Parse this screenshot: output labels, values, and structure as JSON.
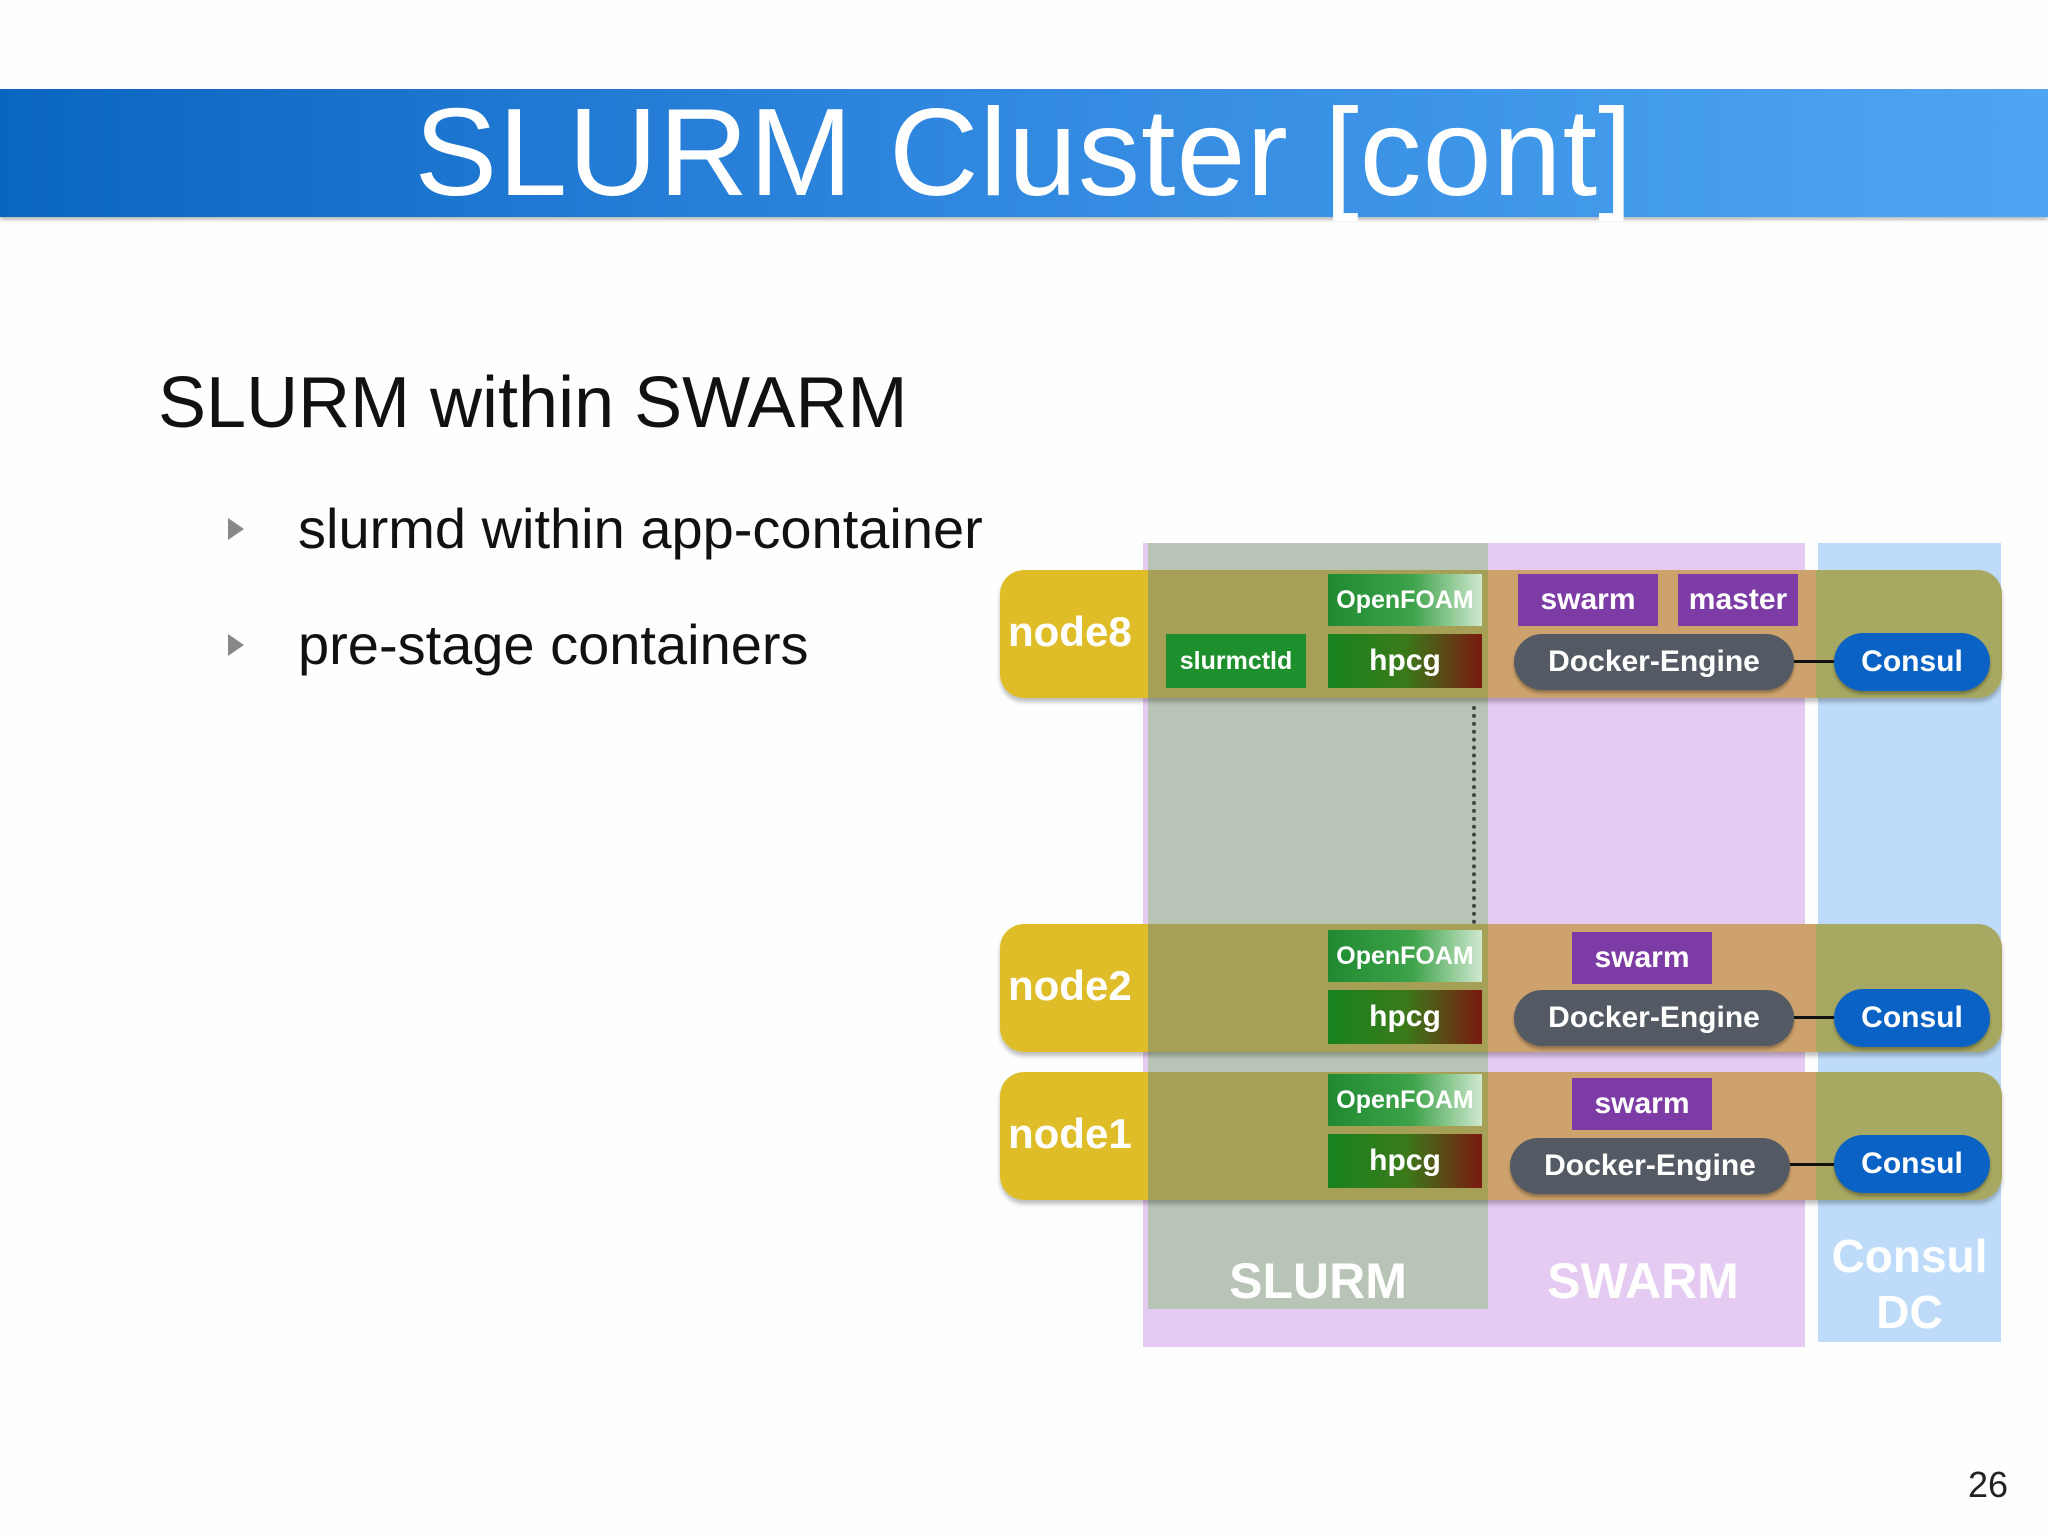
{
  "slide": {
    "title": "SLURM Cluster [cont]",
    "heading": "SLURM within SWARM",
    "bullets": [
      "slurmd within app-container",
      "pre-stage containers"
    ],
    "page_number": "26"
  },
  "diagram": {
    "columns": {
      "slurm": "SLURM",
      "swarm": "SWARM",
      "consul_line1": "Consul",
      "consul_line2": "DC"
    },
    "nodes": [
      {
        "name": "node8",
        "slurmctld": "slurmctld",
        "openfoam": "OpenFOAM",
        "hpcg": "hpcg",
        "swarm": "swarm",
        "master": "master",
        "docker": "Docker-Engine",
        "consul": "Consul"
      },
      {
        "name": "node2",
        "openfoam": "OpenFOAM",
        "hpcg": "hpcg",
        "swarm": "swarm",
        "docker": "Docker-Engine",
        "consul": "Consul"
      },
      {
        "name": "node1",
        "openfoam": "OpenFOAM",
        "hpcg": "hpcg",
        "swarm": "swarm",
        "docker": "Docker-Engine",
        "consul": "Consul"
      }
    ],
    "colors": {
      "title_bar": "#2f86de",
      "slurm_column": "#b8c4b5",
      "swarm_column": "#e5caf1",
      "consul_column": "#bedcf9",
      "node_label": "#dfbd28",
      "swarm_tag": "#7d3ba6",
      "docker_engine": "#545a64",
      "consul_pill": "#0a63c4"
    }
  }
}
